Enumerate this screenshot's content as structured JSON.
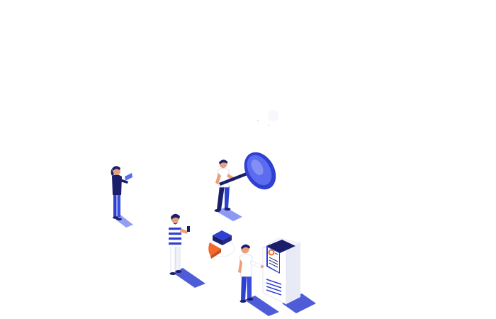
{
  "colors": {
    "background": "#ffffff",
    "primary_blue": "#2f3fd1",
    "dark_navy": "#1b1f6b",
    "light_blue": "#5b6cf0",
    "shadow_blue": "#6f7ff2",
    "skin": "#e9a07a",
    "orange": "#f26a2e",
    "white": "#ffffff",
    "pale_gray": "#e8eaf6"
  },
  "illustration": {
    "figures": [
      {
        "name": "person-reading-tablet"
      },
      {
        "name": "person-with-magnifier"
      },
      {
        "name": "person-striped-shirt-phone"
      },
      {
        "name": "person-at-kiosk"
      }
    ],
    "objects": [
      {
        "name": "magnifying-glass-icon"
      },
      {
        "name": "pie-chart-icon"
      },
      {
        "name": "report-kiosk"
      },
      {
        "name": "sparkle-icon"
      }
    ]
  }
}
